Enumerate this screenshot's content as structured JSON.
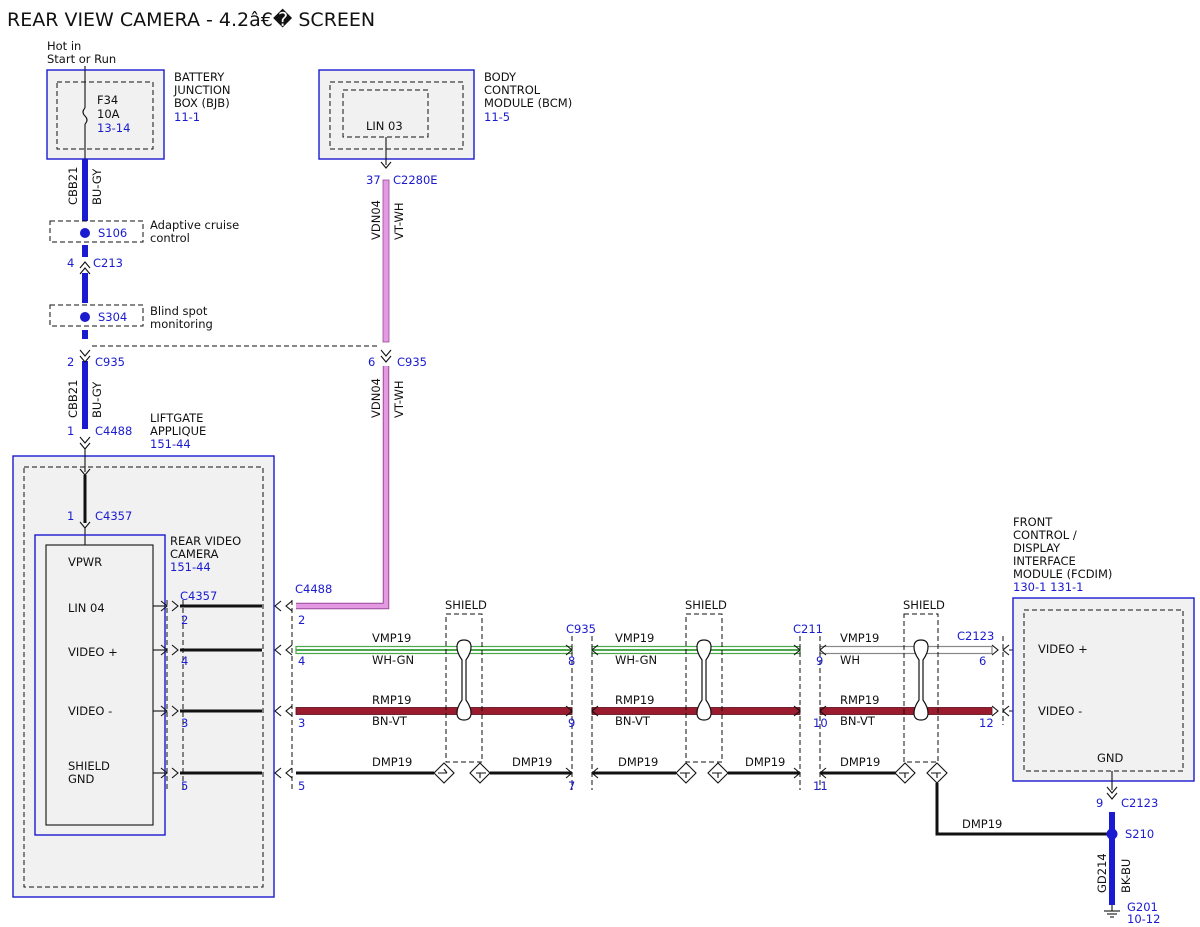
{
  "title": "REAR VIEW CAMERA - 4.2â€� SCREEN",
  "colors": {
    "blue_wire": "#1a1ad0",
    "violet_wire": "#e39ae3",
    "green_wire": "#4aa84a",
    "red_wire": "#9b1b2e",
    "module_border": "#1a1ad0",
    "module_fill": "#f1f1f1"
  },
  "power_note": [
    "Hot in",
    "Start or Run"
  ],
  "bjb": {
    "name": [
      "BATTERY",
      "JUNCTION",
      "BOX (BJB)"
    ],
    "ref": "11-1",
    "fuse": "F34",
    "amps": "10A",
    "fuse_ref": "13-14"
  },
  "bcm": {
    "name": [
      "BODY",
      "CONTROL",
      "MODULE (BCM)"
    ],
    "ref": "11-5",
    "pin_label": "LIN 03"
  },
  "splices": [
    {
      "id": "S106",
      "label": [
        "Adaptive cruise",
        "control"
      ]
    },
    {
      "id": "S304",
      "label": [
        "Blind spot",
        "monitoring"
      ]
    },
    {
      "id": "S210"
    }
  ],
  "connectors": {
    "c213": {
      "pin": "4",
      "name": "C213"
    },
    "c935a": {
      "pin": "2",
      "name": "C935"
    },
    "c935b": {
      "pin": "6",
      "name": "C935"
    },
    "c4488": {
      "pin": "1",
      "name": "C4488"
    },
    "c4357": {
      "pin": "1",
      "name": "C4357"
    },
    "c2280e": {
      "pin": "37",
      "name": "C2280E"
    },
    "c2123gnd": {
      "pin": "9",
      "name": "C2123"
    }
  },
  "wires": {
    "power": {
      "circuit": "CBB21",
      "color": "BU-GY"
    },
    "lin": {
      "circuit": "VDN04",
      "color": "VT-WH"
    },
    "vmp": {
      "circuit": "VMP19",
      "color_a": "WH-GN",
      "color_b": "WH"
    },
    "rmp": {
      "circuit": "RMP19",
      "color": "BN-VT"
    },
    "dmp": {
      "circuit": "DMP19"
    },
    "gnd": {
      "circuit": "GD214",
      "color": "BK-BU"
    }
  },
  "liftgate": {
    "name": [
      "LIFTGATE",
      "APPLIQUE"
    ],
    "ref": "151-44"
  },
  "camera": {
    "name": [
      "REAR VIDEO",
      "CAMERA"
    ],
    "ref": "151-44",
    "pins": [
      "VPWR",
      "LIN 04",
      "VIDEO +",
      "VIDEO -",
      "SHIELD",
      "GND"
    ],
    "conn_name": "C4357",
    "conn_pins": [
      "2",
      "4",
      "3",
      "5"
    ]
  },
  "c4488_side": {
    "name": "C4488",
    "pins": [
      "2",
      "4",
      "3",
      "5"
    ]
  },
  "c935_row": {
    "name": "C935",
    "pins": [
      "8",
      "9",
      "7"
    ]
  },
  "c211_row": {
    "name": "C211",
    "pins": [
      "9",
      "10",
      "11"
    ]
  },
  "c2123_row": {
    "name": "C2123",
    "pins": [
      "6",
      "12"
    ]
  },
  "shield_label": "SHIELD",
  "fcdim": {
    "name": [
      "FRONT",
      "CONTROL /",
      "DISPLAY",
      "INTERFACE",
      "MODULE (FCDIM)"
    ],
    "ref": "130-1  131-1",
    "pins": [
      "VIDEO +",
      "VIDEO -",
      "GND"
    ]
  },
  "ground": {
    "id": "G201",
    "ref": "10-12"
  }
}
